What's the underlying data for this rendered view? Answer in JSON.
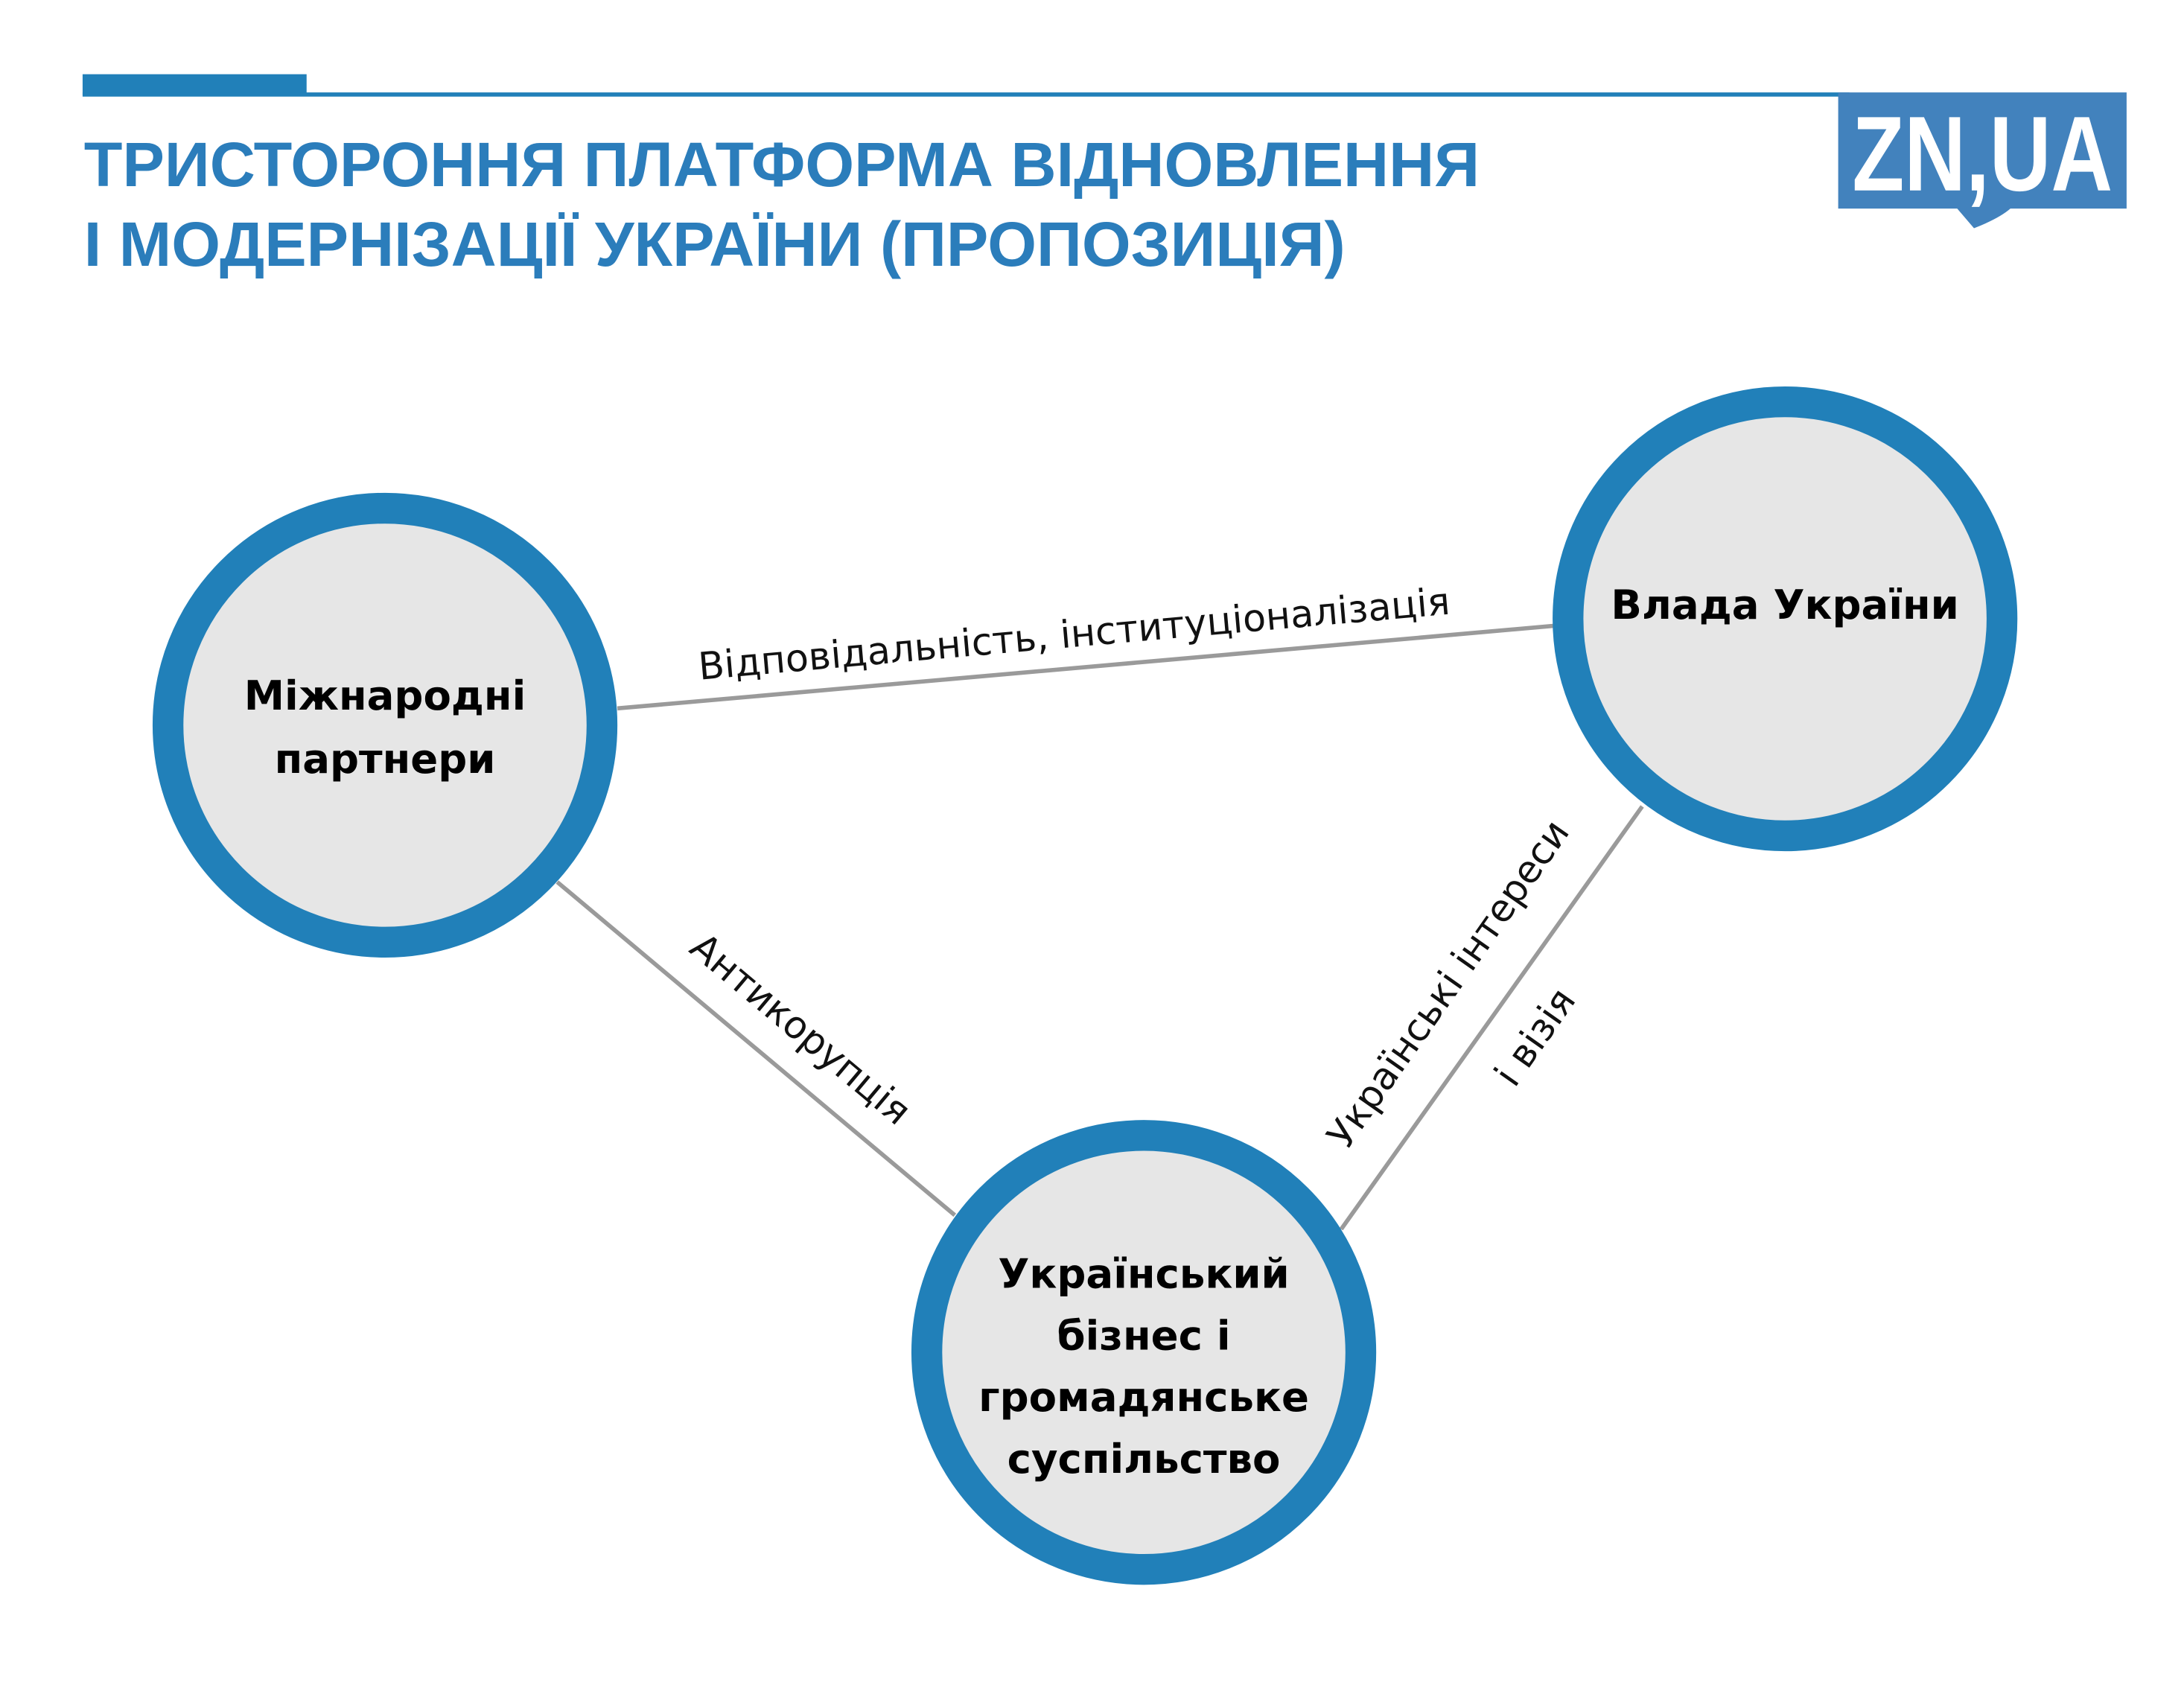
{
  "header": {
    "title_line1": "ТРИСТОРОННЯ ПЛАТФОРМА ВІДНОВЛЕННЯ",
    "title_line2": "І МОДЕРНІЗАЦІЇ УКРАЇНИ (ПРОПОЗИЦІЯ)",
    "logo": "ZN,UA"
  },
  "colors": {
    "accent": "#2180b9",
    "title": "#2b7dbb",
    "logo_bg": "#4282bd",
    "node_fill": "#e6e6e6",
    "edge": "#9a9a9a"
  },
  "nodes": [
    {
      "id": "partners",
      "lines": [
        "Міжнародні",
        "партнери"
      ]
    },
    {
      "id": "government",
      "lines": [
        "Влада України"
      ]
    },
    {
      "id": "business",
      "lines": [
        "Український",
        "бізнес і",
        "громадянське",
        "суспільство"
      ]
    }
  ],
  "edges": [
    {
      "from": "partners",
      "to": "government",
      "lines": [
        "Відповідальність, інституціоналізація"
      ]
    },
    {
      "from": "partners",
      "to": "business",
      "lines": [
        "Антикорупція"
      ]
    },
    {
      "from": "government",
      "to": "business",
      "lines": [
        "Українські інтереси",
        "і візія"
      ]
    }
  ]
}
